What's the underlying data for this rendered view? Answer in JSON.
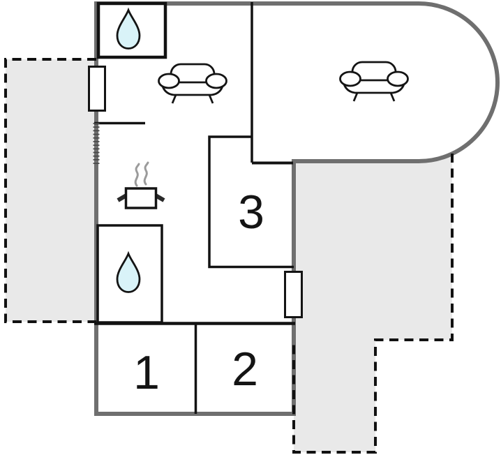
{
  "floor_plan": {
    "rooms": [
      {
        "label": "1"
      },
      {
        "label": "2"
      },
      {
        "label": "3"
      }
    ],
    "icons": [
      {
        "name": "water-drop-icon",
        "count": 2
      },
      {
        "name": "sofa-icon",
        "count": 2
      },
      {
        "name": "cooking-pot-icon",
        "count": 1
      },
      {
        "name": "steam-icon",
        "count": 1
      },
      {
        "name": "window-marker",
        "count": 2
      },
      {
        "name": "terrace-area",
        "count": 2
      }
    ],
    "colors": {
      "exterior_wall": "#6f6f6f",
      "interior_wall": "#121212",
      "terrace_fill": "#e9e9e9",
      "water_drop_fill": "#d9f3f8",
      "steam": "#9b9b9b",
      "background": "#ffffff"
    }
  }
}
